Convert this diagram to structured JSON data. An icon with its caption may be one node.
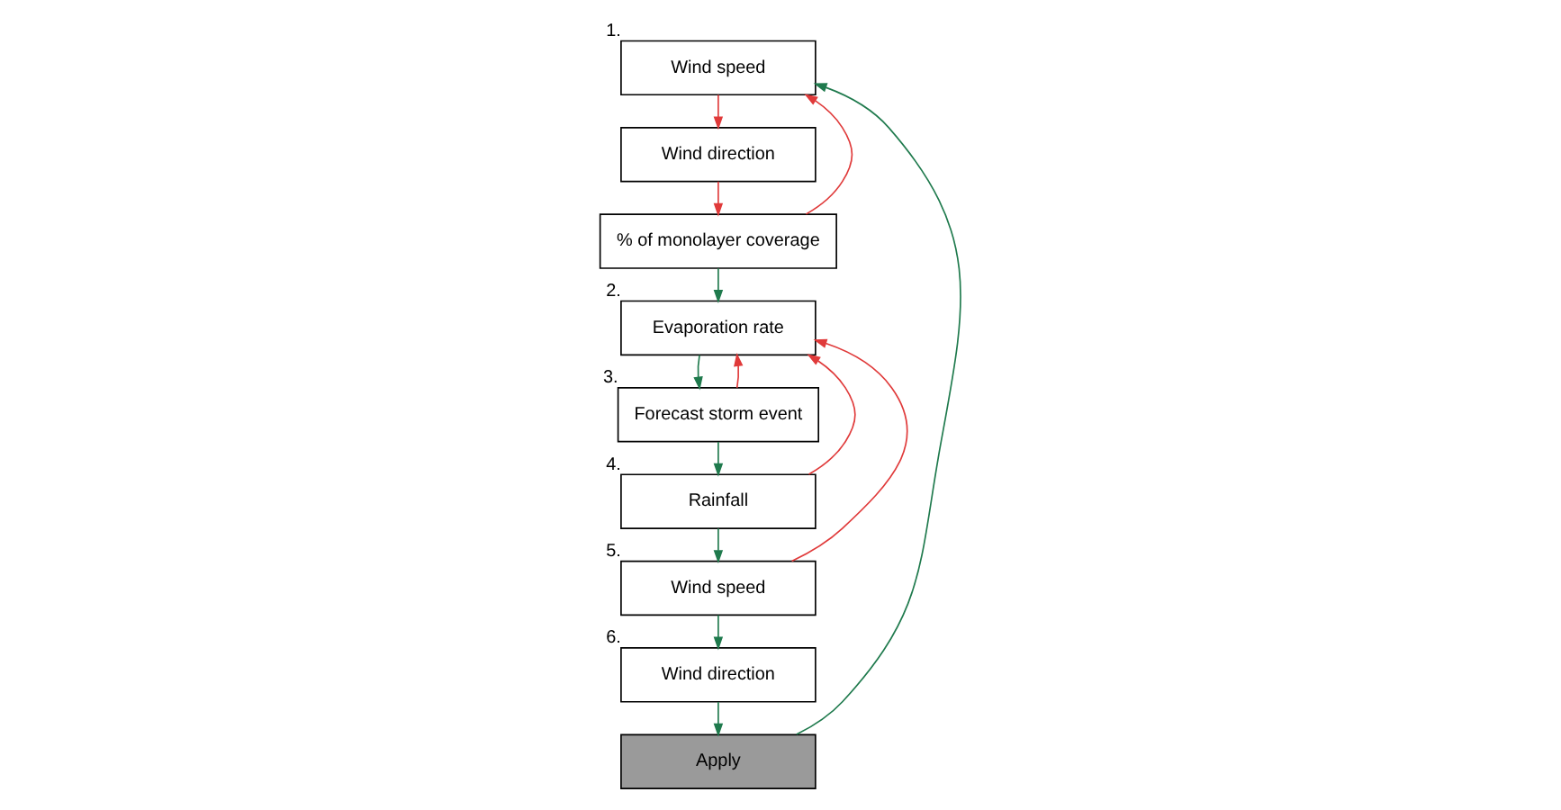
{
  "diagram": {
    "nodes": [
      {
        "text": [
          "Wind speed"
        ],
        "beside": [
          "1."
        ]
      },
      {
        "text": [
          "Wind direction"
        ]
      },
      {
        "text": [
          "% of monolayer coverage"
        ]
      },
      {
        "text": [
          "Evaporation rate"
        ],
        "beside": [
          "2."
        ]
      },
      {
        "text": [
          "Forecast storm event"
        ],
        "beside": [
          "3."
        ]
      },
      {
        "text": [
          "Rainfall"
        ],
        "beside": [
          "4."
        ]
      },
      {
        "text": [
          "Wind speed"
        ],
        "beside": [
          "5."
        ]
      },
      {
        "text": [
          "Wind direction"
        ],
        "beside": [
          "6."
        ]
      },
      {
        "text": [
          "Apply"
        ]
      }
    ],
    "edges": [
      {
        "from": 0,
        "to": 1,
        "arrow": "to",
        "color": "#e03a3a"
      },
      {
        "from": 1,
        "to": 2,
        "arrow": "to",
        "color": "#e03a3a"
      },
      {
        "from": 2,
        "to": 0,
        "arrow": "to",
        "color": "#e03a3a"
      },
      {
        "from": 2,
        "to": 3,
        "arrow": "to"
      },
      {
        "from": 3,
        "to": 4,
        "arrow": "to"
      },
      {
        "from": 4,
        "to": 3,
        "arrow": "to",
        "color": "#e03a3a"
      },
      {
        "from": 4,
        "to": 5,
        "arrow": "to"
      },
      {
        "from": 5,
        "to": 3,
        "arrow": "to",
        "color": "#e03a3a"
      },
      {
        "from": 5,
        "to": 6,
        "arrow": "to"
      },
      {
        "from": 6,
        "to": 3,
        "arrow": "to",
        "color": "#e03a3a"
      },
      {
        "from": 6,
        "to": 7,
        "arrow": "to"
      },
      {
        "from": 7,
        "to": 8,
        "arrow": "to"
      },
      {
        "from": 8,
        "to": 0,
        "arrow": "to"
      }
    ]
  }
}
